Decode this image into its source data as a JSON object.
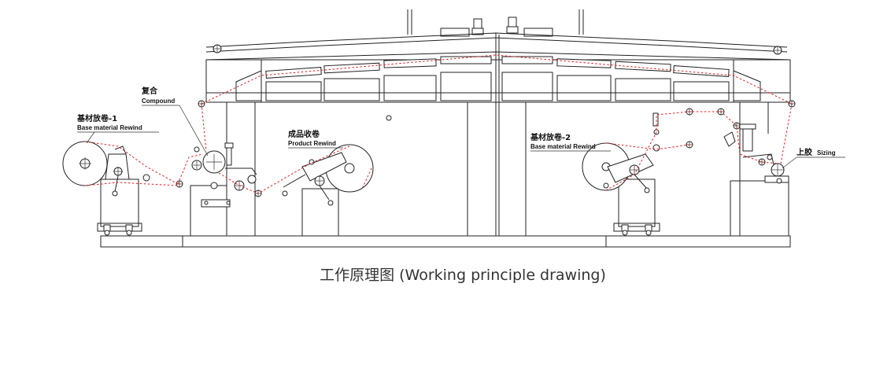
{
  "labels": {
    "compound_zh": "复合",
    "compound_en": "Compound",
    "unwind1_zh": "基材放卷-1",
    "unwind1_en": "Base material Rewind",
    "product_zh": "成品收卷",
    "product_en": "Product Rewind",
    "unwind2_zh": "基材放卷-2",
    "unwind2_en": "Base material Rewind",
    "sizing_zh": "上胶",
    "sizing_en": "Sizing"
  },
  "caption": "工作原理图  (Working principle drawing)",
  "colors": {
    "line": "#222222",
    "web_path": "#e02020",
    "caption": "#333333"
  }
}
